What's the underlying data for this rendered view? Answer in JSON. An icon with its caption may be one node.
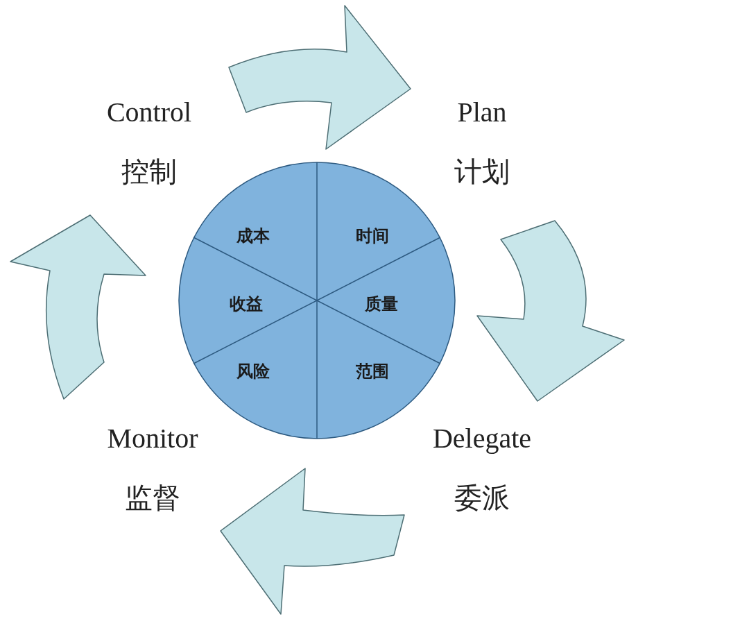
{
  "diagram": {
    "nodes": [
      {
        "text": [
          "Control",
          "控制"
        ]
      },
      {
        "text": [
          "Plan",
          "计划"
        ]
      },
      {
        "text": [
          "Delegate",
          "委派"
        ]
      },
      {
        "text": [
          "Monitor",
          "监督"
        ]
      },
      {
        "text": [
          "成本",
          "时间",
          "收益",
          "质量",
          "风险",
          "范围"
        ]
      }
    ],
    "edges": [
      {
        "from": 0,
        "to": 1,
        "arrow": "to"
      },
      {
        "from": 1,
        "to": 2,
        "arrow": "to"
      },
      {
        "from": 2,
        "to": 3,
        "arrow": "to"
      },
      {
        "from": 3,
        "to": 0,
        "arrow": "to"
      }
    ]
  }
}
